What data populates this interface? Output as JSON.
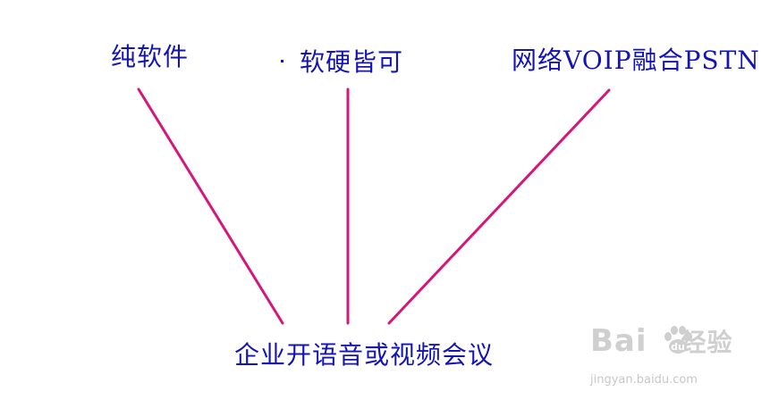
{
  "diagram": {
    "top_labels": [
      {
        "id": "pure-software",
        "text": "纯软件"
      },
      {
        "id": "soft-or-hard",
        "text": "软硬皆可"
      },
      {
        "id": "voip-pstn",
        "text": "网络VOIP融合PSTN"
      }
    ],
    "bottom_label": "企业开语音或视频会议",
    "label_color": "#1414b4",
    "line_color": "#d6177a"
  },
  "watermark": {
    "logo_left": "Bai",
    "logo_right": "经验",
    "url": "jingyan.baidu.com",
    "color": "#cccccc"
  }
}
